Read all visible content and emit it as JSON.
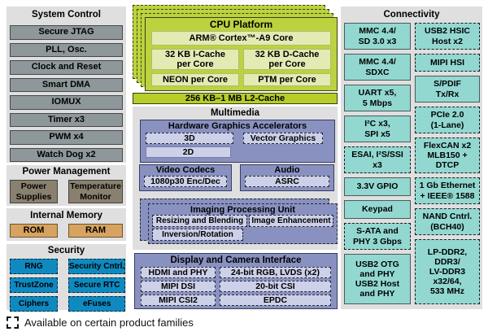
{
  "system_control": {
    "title": "System Control",
    "items": [
      "Secure JTAG",
      "PLL, Osc.",
      "Clock and Reset",
      "Smart DMA",
      "IOMUX",
      "Timer x3",
      "PWM x4",
      "Watch Dog x2"
    ]
  },
  "power_management": {
    "title": "Power Management",
    "items": [
      "Power\nSupplies",
      "Temperature\nMonitor"
    ]
  },
  "internal_memory": {
    "title": "Internal Memory",
    "items": [
      "ROM",
      "RAM"
    ]
  },
  "security": {
    "title": "Security",
    "items": [
      "RNG",
      "Security Cntrl.",
      "TrustZone",
      "Secure RTC",
      "Ciphers",
      "eFuses"
    ]
  },
  "cpu_platform": {
    "title": "CPU Platform",
    "core": "ARM® Cortex™-A9 Core",
    "icache": "32 KB I-Cache\nper Core",
    "dcache": "32 KB D-Cache\nper Core",
    "neon": "NEON per Core",
    "ptm": "PTM per Core",
    "l2_cache": "256 KB–1 MB L2-Cache"
  },
  "multimedia": {
    "title": "Multimedia",
    "hw_graphics": {
      "title": "Hardware Graphics Accelerators",
      "gpu3d": "3D",
      "vector_graphics": "Vector Graphics",
      "gpu2d": "2D"
    },
    "video_codecs": {
      "title": "Video Codecs",
      "codec": "1080p30 Enc/Dec"
    },
    "audio": {
      "title": "Audio",
      "asrc": "ASRC"
    },
    "ipu": {
      "title": "Imaging Processing Unit",
      "resizing": "Resizing and Blending",
      "enhancement": "Image Enhancement",
      "inversion": "Inversion/Rotation"
    }
  },
  "display_camera": {
    "title": "Display and Camera Interface",
    "items": [
      "HDMI and PHY",
      "24-bit RGB, LVDS (x2)",
      "MIPI DSI",
      "20-bit CSI",
      "MIPI CSI2",
      "EPDC"
    ]
  },
  "connectivity": {
    "title": "Connectivity",
    "left": [
      "MMC 4.4/\nSD 3.0 x3",
      "MMC 4.4/\nSDXC",
      "UART x5,\n5 Mbps",
      "I²C x3,\nSPI x5",
      "ESAI, I²S/SSI\nx3",
      "3.3V GPIO",
      "Keypad",
      "S-ATA and\nPHY 3 Gbps",
      "USB2 OTG\nand PHY\nUSB2 Host\nand PHY"
    ],
    "right": [
      "USB2 HSIC\nHost x2",
      "MIPI HSI",
      "S/PDIF\nTx/Rx",
      "PCIe 2.0\n(1-Lane)",
      "FlexCAN x2\nMLB150 +\nDTCP",
      "1 Gb Ethernet\n+ IEEE® 1588",
      "NAND Cntrl.\n(BCH40)",
      "LP-DDR2,\nDDR3/\nLV-DDR3\nx32/64,\n533 MHz"
    ]
  },
  "legend": {
    "label": "Available on certain product families"
  },
  "colors": {
    "panel_bg": "#dfdfdf",
    "system_control_block": "#8e989a",
    "power_block": "#8a8070",
    "memory_block": "#d7a360",
    "security_block": "#0f8ac1",
    "cpu_green": "#bdd23f",
    "cpu_inner_green": "#e3eab4",
    "l2_green": "#b6cd2a",
    "multimedia_purple": "#8991c1",
    "multimedia_inner": "#ccd0e8",
    "connectivity_teal": "#92d8d1"
  }
}
